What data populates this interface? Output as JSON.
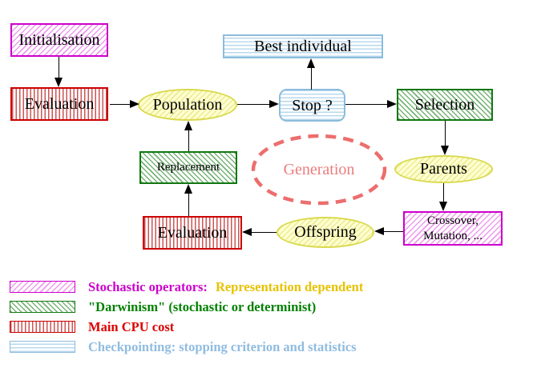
{
  "nodes": {
    "initialisation": {
      "label": "Initialisation"
    },
    "evaluation_top": {
      "label": "Evaluation"
    },
    "population": {
      "label": "Population"
    },
    "best_individual": {
      "label": "Best individual"
    },
    "stop": {
      "label": "Stop ?"
    },
    "selection": {
      "label": "Selection"
    },
    "replacement": {
      "label": "Replacement"
    },
    "generation": {
      "label": "Generation"
    },
    "parents": {
      "label": "Parents"
    },
    "crossover_mutation": {
      "line1": "Crossover,",
      "line2": "Mutation, ..."
    },
    "offspring": {
      "label": "Offspring"
    },
    "evaluation_bottom": {
      "label": "Evaluation"
    }
  },
  "legend": {
    "items": [
      {
        "swatch": "magenta-diagonal-hatch",
        "label": "Stochastic operators:",
        "label_suffix": "Representation dependent",
        "label_color": "#cc00cc",
        "suffix_color": "#e6c200"
      },
      {
        "swatch": "green-diagonal-hatch",
        "label": "\"Darwinism\" (stochastic or determinist)",
        "label_color": "#008000"
      },
      {
        "swatch": "red-vertical-hatch",
        "label": "Main CPU cost",
        "label_color": "#dd0000"
      },
      {
        "swatch": "cyan-horizontal-hatch",
        "label": "Checkpointing: stopping criterion and statistics",
        "label_color": "#90bce0"
      }
    ]
  },
  "colors": {
    "magenta": "#cc00cc",
    "red": "#cc0000",
    "green": "#117711",
    "cyan_border": "#8cbcdc",
    "yellow_border": "#d9d94d",
    "yellow_fill": "#ffffd0",
    "salmon": "#ed6d6d",
    "arrow": "#000000",
    "background": "#ffffff"
  }
}
